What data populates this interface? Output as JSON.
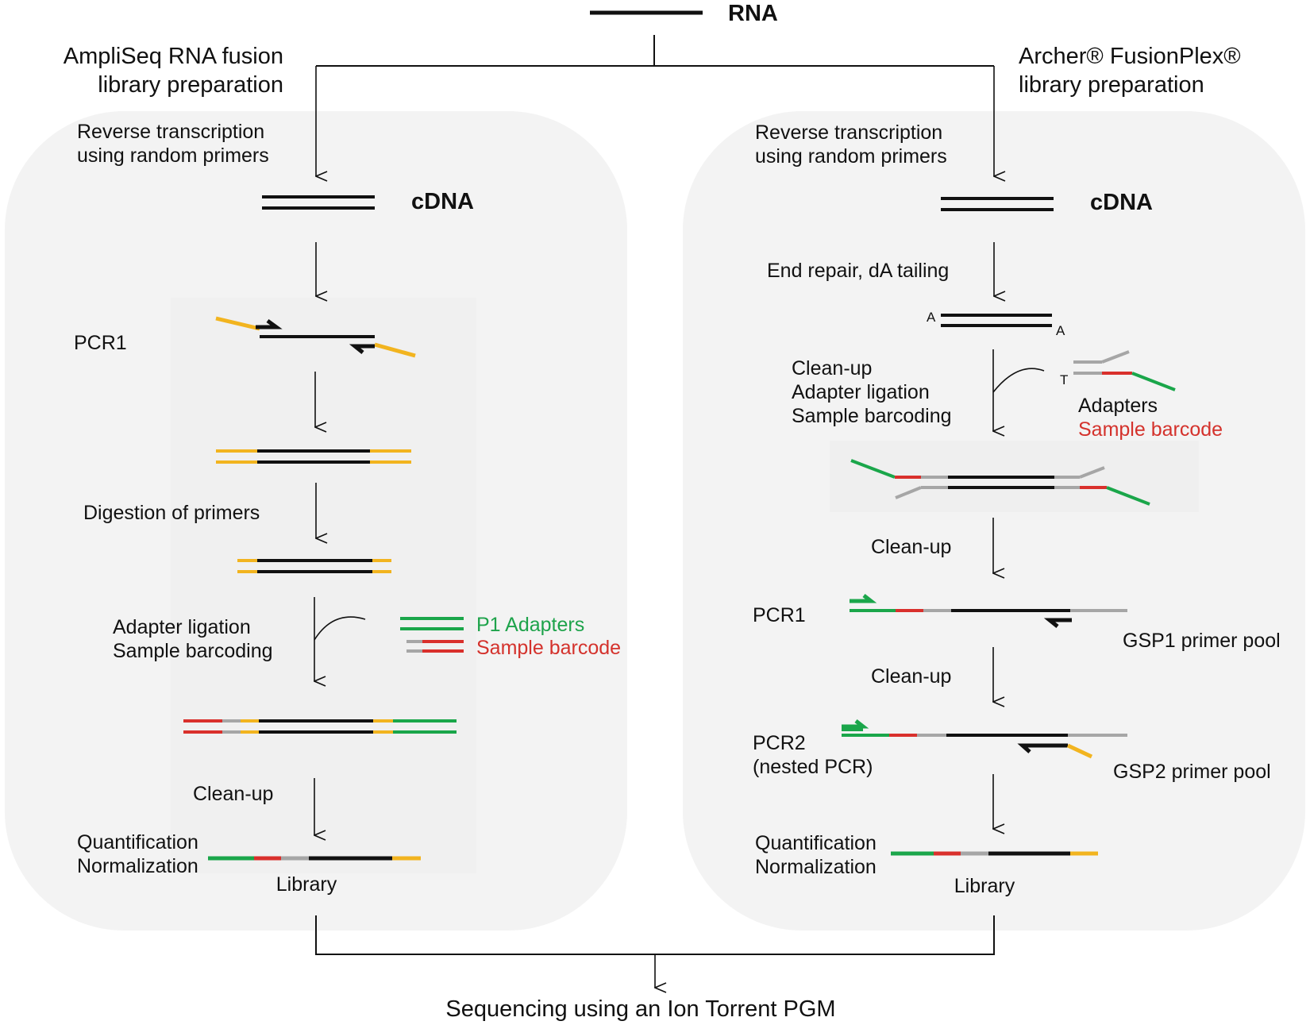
{
  "rna_label": "RNA",
  "final_label": "Sequencing using an Ion Torrent PGM",
  "left": {
    "title_line1": "AmpliSeq RNA fusion",
    "title_line2": "library preparation",
    "rt_line1": "Reverse transcription",
    "rt_line2": "using random primers",
    "cdna_label": "cDNA",
    "pcr1_label": "PCR1",
    "digestion_label": "Digestion of primers",
    "ligation_line1": "Adapter ligation",
    "ligation_line2": "Sample barcoding",
    "p1_adapters_label": "P1 Adapters",
    "sample_barcode_label": "Sample barcode",
    "cleanup_label": "Clean-up",
    "quant_line1": "Quantification",
    "quant_line2": "Normalization",
    "library_label": "Library"
  },
  "right": {
    "title_line1": "Archer® FusionPlex®",
    "title_line2": "library preparation",
    "rt_line1": "Reverse transcription",
    "rt_line2": "using random primers",
    "cdna_label": "cDNA",
    "endrepair_label": "End repair, dA tailing",
    "a_left": "A",
    "a_right": "A",
    "t_label": "T",
    "cleanup_ligation_line1": "Clean-up",
    "cleanup_ligation_line2": "Adapter ligation",
    "cleanup_ligation_line3": "Sample barcoding",
    "adapters_label": "Adapters",
    "sample_barcode_label": "Sample barcode",
    "cleanup1_label": "Clean-up",
    "pcr1_label": "PCR1",
    "gsp1_label": "GSP1 primer pool",
    "cleanup2_label": "Clean-up",
    "pcr2_line1": "PCR2",
    "pcr2_line2": "(nested PCR)",
    "gsp2_label": "GSP2 primer pool",
    "quant_line1": "Quantification",
    "quant_line2": "Normalization",
    "library_label": "Library"
  },
  "colors": {
    "primer_yellow": "#f2b41f",
    "adapter_green": "#1aa64a",
    "barcode_red": "#d9302c",
    "linker_gray": "#a6a6a6",
    "strand_black": "#111111",
    "panel_fill": "#f3f3f3",
    "label_green": "#1ea34b",
    "label_red": "#d4322c"
  }
}
